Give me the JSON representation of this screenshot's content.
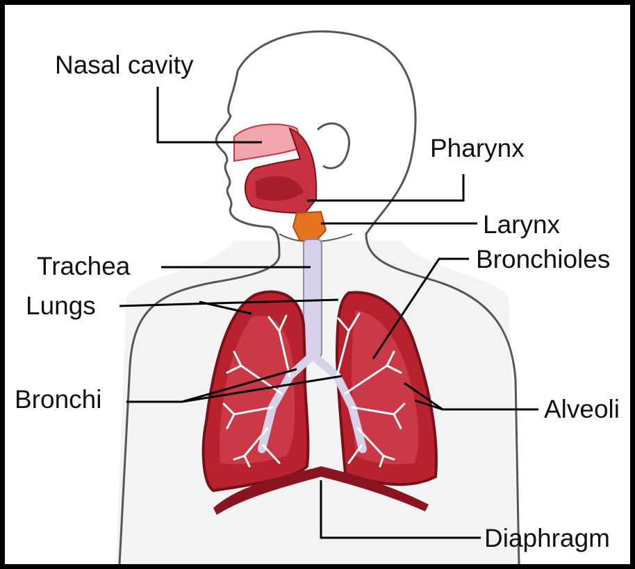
{
  "labels": {
    "nasal_cavity": "Nasal cavity",
    "pharynx": "Pharynx",
    "larynx": "Larynx",
    "trachea": "Trachea",
    "bronchioles": "Bronchioles",
    "lungs": "Lungs",
    "bronchi": "Bronchi",
    "alveoli": "Alveoli",
    "diaphragm": "Diaphragm"
  },
  "colors": {
    "outline": "#555555",
    "shadow": "#d9d9d9",
    "lung_fill": "#b8222f",
    "lung_inner": "#d84a56",
    "lung_outline": "#7a0f1a",
    "airway": "#d7d2ea",
    "airway_outline": "#8f88b0",
    "larynx": "#e5731f",
    "pharynx": "#c93341",
    "nasal": "#f2a5ad",
    "diaphragm": "#8a1520",
    "leader": "#000000"
  }
}
